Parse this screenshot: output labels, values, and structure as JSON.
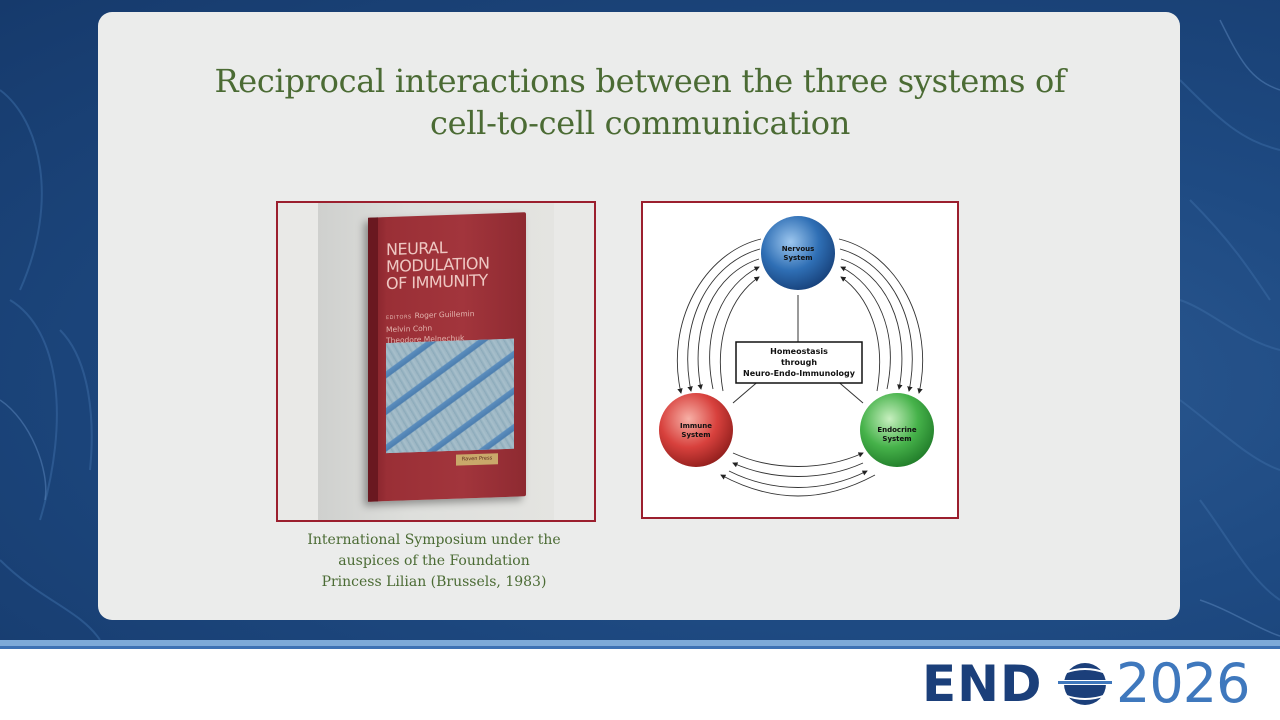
{
  "slide": {
    "title_lines": [
      "Reciprocal interactions between the three systems of",
      "cell-to-cell communication"
    ]
  },
  "book": {
    "title_lines": [
      "NEURAL",
      "MODULATION",
      "OF IMMUNITY"
    ],
    "editors_label": "EDITORS",
    "editors": [
      "Roger Guillemin",
      "Melvin Cohn",
      "Theodore Melnechuk"
    ],
    "publisher": "Raven Press"
  },
  "caption_lines": [
    "International Symposium under the",
    "auspices of the Foundation",
    "Princess Lilian (Brussels, 1983)"
  ],
  "diagram": {
    "nodes": {
      "nervous": [
        "Nervous",
        "System"
      ],
      "immune": [
        "Immune",
        "System"
      ],
      "endocrine": [
        "Endocrine",
        "System"
      ]
    },
    "center_box": [
      "Homeostasis",
      "through",
      "Neuro-Endo-Immunology"
    ],
    "colors": {
      "nervous": "#2f6fb5",
      "immune": "#d8413d",
      "endocrine": "#46b24a"
    }
  },
  "footer": {
    "logo_text": "END",
    "logo_year": "2026",
    "logo_icon": "globe-icon"
  }
}
